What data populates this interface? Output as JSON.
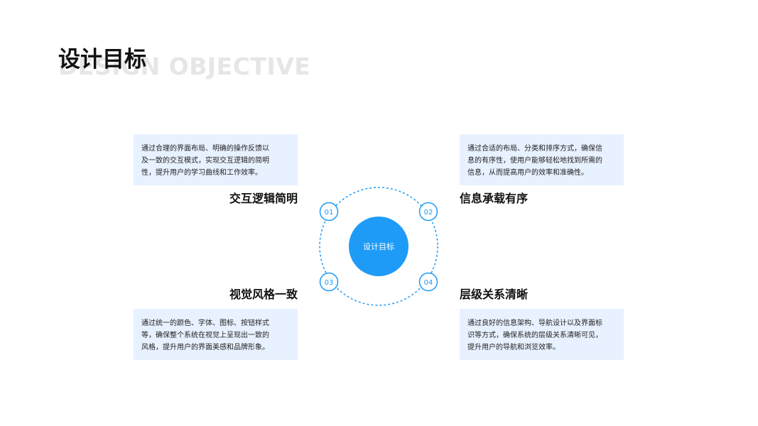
{
  "title": {
    "main": "设计目标",
    "background": "DESIGN OBJECTIVE"
  },
  "center": {
    "label": "设计目标"
  },
  "colors": {
    "accent": "#1e9bf7",
    "card_bg": "#e8f1ff"
  },
  "items": [
    {
      "number": "01",
      "heading": "交互逻辑简明",
      "lines": [
        "通过合理的界面布局、明确的操作反馈以",
        "及一致的交互模式，实现交互逻辑的简明",
        "性，提升用户的学习曲线和工作效率。"
      ]
    },
    {
      "number": "02",
      "heading": "信息承载有序",
      "lines": [
        "通过合适的布局、分类和排序方式，确保信",
        "息的有序性，使用户能够轻松地找到所需的",
        "信息，从而提高用户的效率和准确性。"
      ]
    },
    {
      "number": "03",
      "heading": "视觉风格一致",
      "lines": [
        "通过统一的颜色、字体、图标、按钮样式",
        "等，确保整个系统在视觉上呈现出一致的",
        "风格，提升用户的界面美感和品牌形象。"
      ]
    },
    {
      "number": "04",
      "heading": "层级关系清晰",
      "lines": [
        "通过良好的信息架构、导航设计以及界面标",
        "识等方式，确保系统的层级关系清晰可见，",
        "提升用户的导航和浏览效率。"
      ]
    }
  ]
}
